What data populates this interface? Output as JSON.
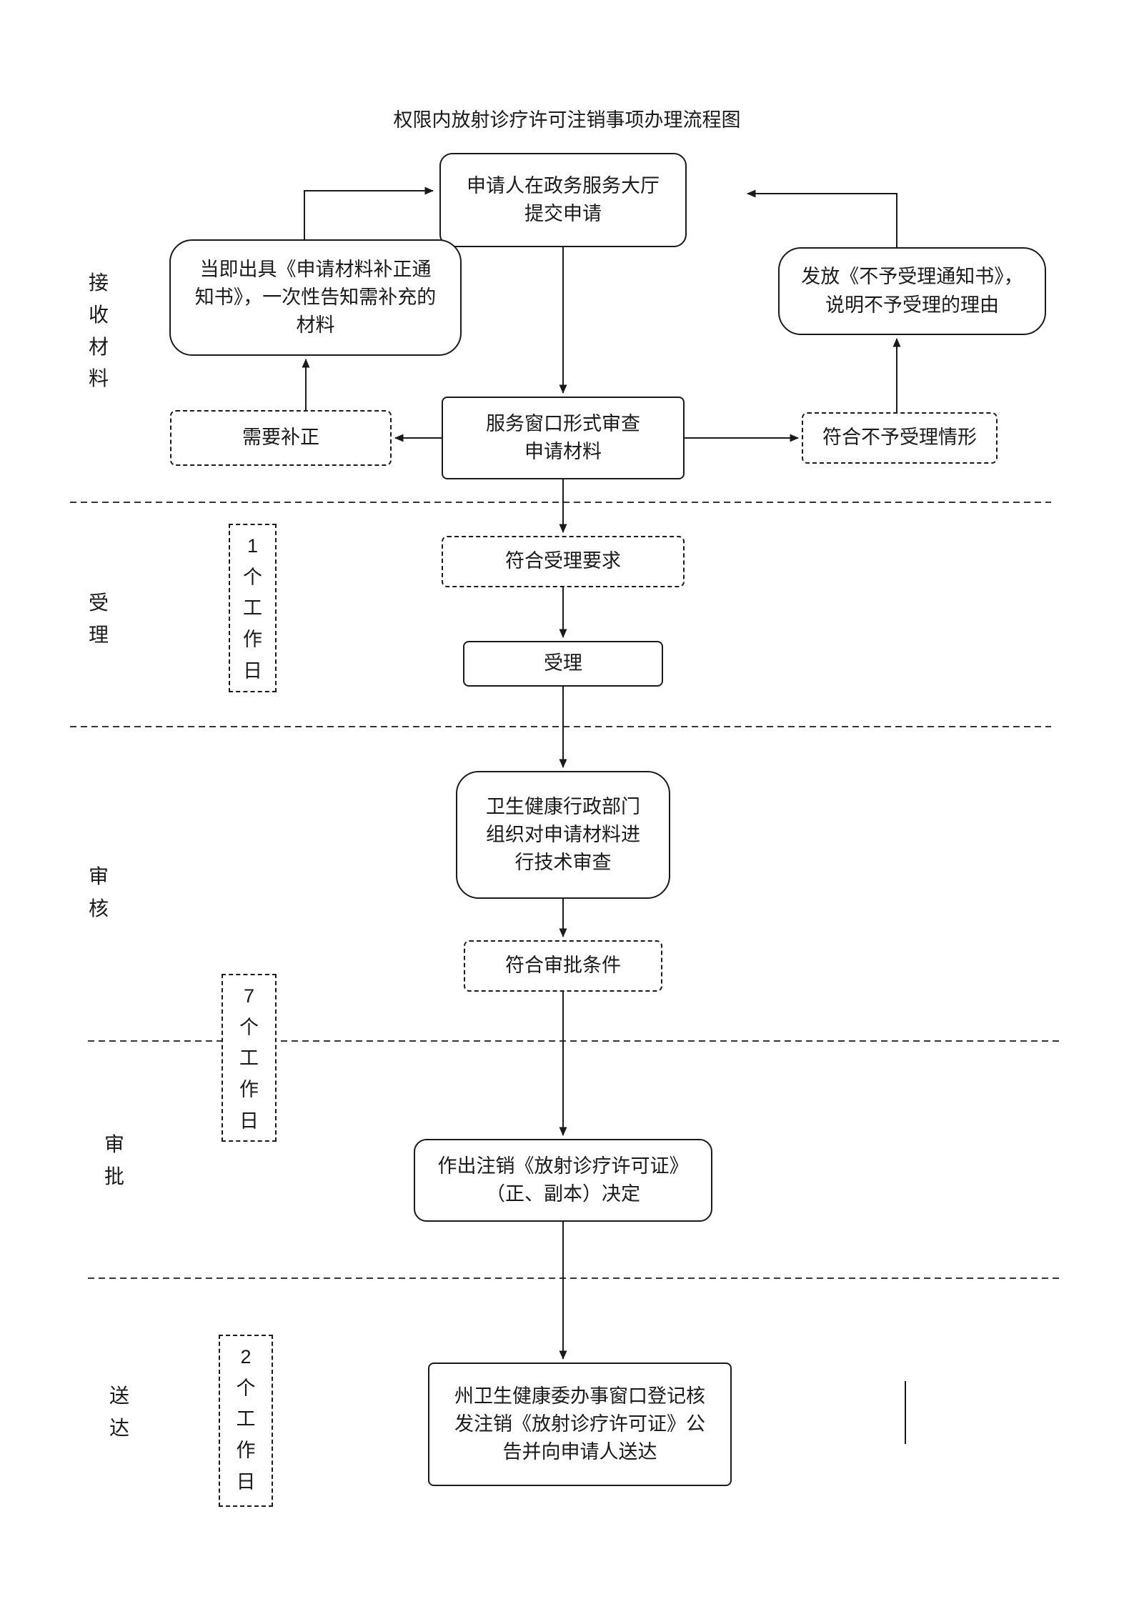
{
  "title": "权限内放射诊疗许可注销事项办理流程图",
  "colors": {
    "ink": "#1a1a1a",
    "background": "#ffffff"
  },
  "stages": {
    "receive": "接\n收\n材\n料",
    "accept": "受\n理",
    "review": "审\n核",
    "approve": "审\n批",
    "deliver": "送\n达"
  },
  "durations": {
    "accept": "1\n个\n工\n作\n日",
    "review": "7\n个\n工\n作\n日",
    "deliver": "2\n个\n工\n作\n日"
  },
  "nodes": {
    "submit": "申请人在政务服务大厅\n提交申请",
    "correction_notice": "当即出具《申请材料补正通\n知书》，一次性告知需补充的\n材料",
    "rejection_notice": "发放《不予受理通知书》，\n说明不予受理的理由",
    "window_review": "服务窗口形式审查\n申请材料",
    "need_correction": "需要补正",
    "rejection_case": "符合不予受理情形",
    "meets_requirements": "符合受理要求",
    "accept": "受理",
    "technical_review": "卫生健康行政部门\n组织对申请材料进\n行技术审查",
    "meets_approval": "符合审批条件",
    "decision": "作出注销《放射诊疗许可证》\n（正、副本）决定",
    "delivery": "州卫生健康委办事窗口登记核\n发注销《放射诊疗许可证》公\n告并向申请人送达"
  }
}
